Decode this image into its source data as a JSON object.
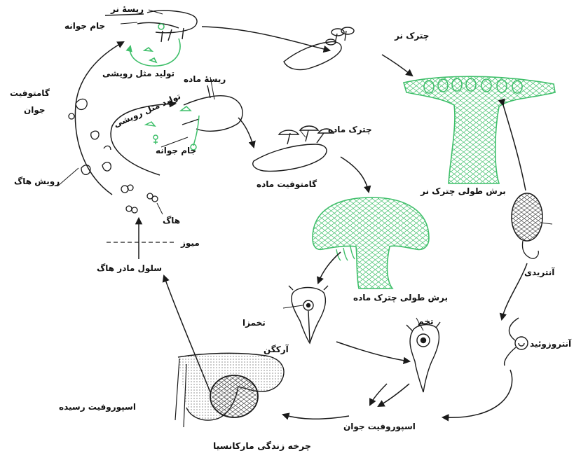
{
  "colors": {
    "ink": "#1a1a1a",
    "green": "#3fbf6a",
    "paper": "#ffffff"
  },
  "labels": {
    "male_thread": "ریسهٔ نر",
    "gemma_cup_top": "جام جوانه",
    "vegetative_top": "تولید مثل رویشی",
    "male_receptacle": "چترک نر",
    "female_thread": "ریسهٔ ماده",
    "vegetative_mid": "تولید مثل رویشی",
    "young_gametophyte_1": "گامتوفیت",
    "young_gametophyte_2": "جوان",
    "gemma_cup_mid": "جام جوانه",
    "female_receptacle": "چترک ماده",
    "female_gametophyte": "گامتوفیت ماده",
    "spore_germination": "رویش هاگ",
    "male_section": "برش طولی چترک نر",
    "spore": "هاگ",
    "meiosis": "میوز",
    "spore_mother_cell": "سلول مادر هاگ",
    "antheridium": "آنتریدی",
    "egg": "تخمزا",
    "female_section": "برش طولی چترک ماده",
    "zygote": "تخم",
    "archegonium": "آرکگن",
    "antherozoid": "آنتروزوئید",
    "mature_sporophyte": "اسپوروفیت رسیده",
    "young_sporophyte": "اسپوروفیت جوان",
    "title": "چرخه زندگی مارکانسیا"
  }
}
